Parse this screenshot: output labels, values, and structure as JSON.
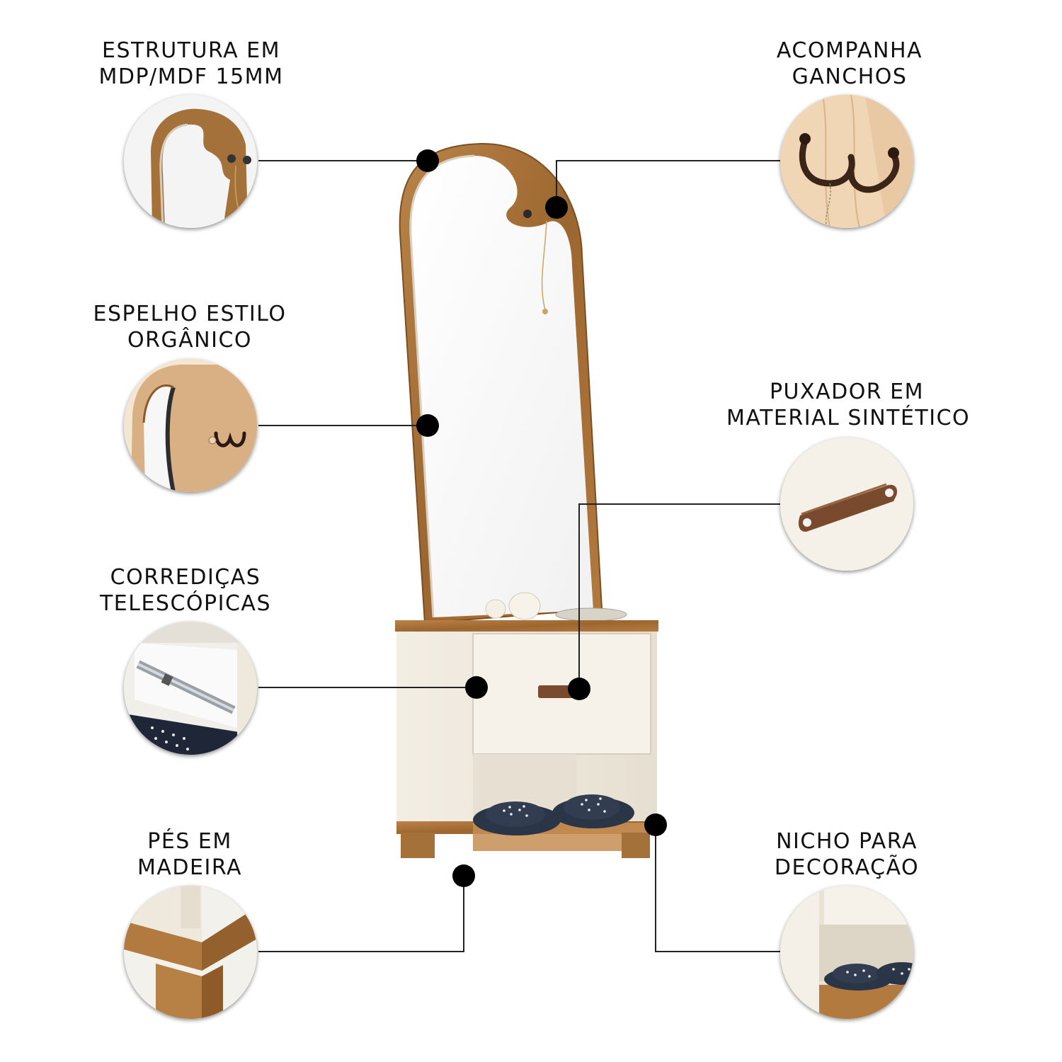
{
  "callouts": [
    {
      "id": "estrutura",
      "lines": [
        "ESTRUTURA EM",
        "MDP/MDF 15MM"
      ]
    },
    {
      "id": "ganchos",
      "lines": [
        "ACOMPANHA",
        "GANCHOS"
      ]
    },
    {
      "id": "espelho",
      "lines": [
        "ESPELHO ESTILO",
        "ORGÂNICO"
      ]
    },
    {
      "id": "puxador",
      "lines": [
        "PUXADOR EM",
        "MATERIAL SINTÉTICO"
      ]
    },
    {
      "id": "corredicas",
      "lines": [
        "CORREDIÇAS",
        "TELESCÓPICAS"
      ]
    },
    {
      "id": "pes",
      "lines": [
        "PÉS EM",
        "MADEIRA"
      ]
    },
    {
      "id": "nicho",
      "lines": [
        "NICHO PARA",
        "DECORAÇÃO"
      ]
    }
  ],
  "colors": {
    "wood": "#a5713a",
    "wood_dark": "#7c4f22",
    "cream": "#efe9dd",
    "mirror": "#fbfbfb",
    "leather": "#7a4a2e",
    "dot": "#000000",
    "line": "#222222"
  },
  "icons": [
    "hook-icon",
    "handle-icon",
    "slipper-icon"
  ]
}
